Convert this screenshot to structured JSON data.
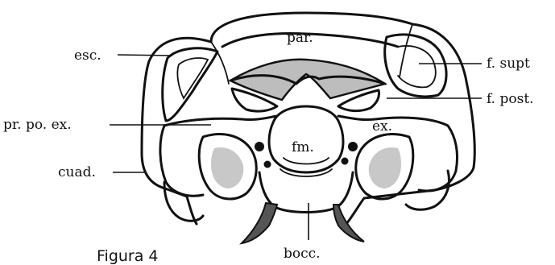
{
  "labels": {
    "par": "par.",
    "esc": "esc.",
    "f_supt": "f. supt",
    "f_post": "f. post.",
    "pr_po_ex": "pr. po. ex.",
    "ex": "ex.",
    "fm": "fm.",
    "cuad": "cuad.",
    "bocc": "bocc."
  },
  "caption": "Figura 4"
}
